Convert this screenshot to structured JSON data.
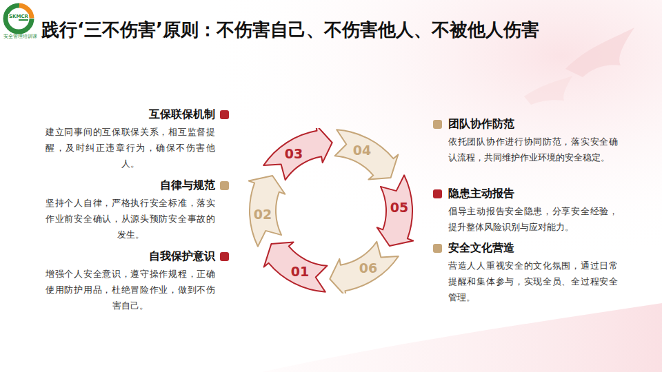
{
  "diagram": {
    "title": "践行‘三不伤害’原则：不伤害自己、不伤害他人、不被他人伤害",
    "nodes": [
      {
        "text": [
          "互保联保机制",
          "建立同事间的互保联保关系，相互监督提醒，及时纠正违章行为，确保不伤害他人。"
        ]
      },
      {
        "text": [
          "自律与规范",
          "坚持个人自律，严格执行安全标准，落实作业前安全确认，从源头预防安全事故的发生。"
        ]
      },
      {
        "text": [
          "自我保护意识",
          "增强个人安全意识，遵守操作规程，正确使用防护用品，杜绝冒险作业，做到不伤害自己。"
        ]
      },
      {
        "text": [
          "01"
        ]
      },
      {
        "text": [
          "02"
        ]
      },
      {
        "text": [
          "03"
        ]
      },
      {
        "text": [
          "04"
        ]
      },
      {
        "text": [
          "05"
        ]
      },
      {
        "text": [
          "06"
        ]
      },
      {
        "text": [
          "团队协作防范",
          "依托团队协作进行协同防范，落实安全确认流程，共同维护作业环境的安全稳定。"
        ]
      },
      {
        "text": [
          "隐患主动报告",
          "倡导主动报告安全隐患，分享安全经验，提升整体风险识别与应对能力。"
        ]
      },
      {
        "text": [
          "安全文化营造",
          "营造人人重视安全的文化氛围，通过日常提醒和集体参与，实现全员、全过程安全管理。"
        ]
      }
    ],
    "labels": [
      "SKMCR",
      "安全管理培训课"
    ]
  }
}
